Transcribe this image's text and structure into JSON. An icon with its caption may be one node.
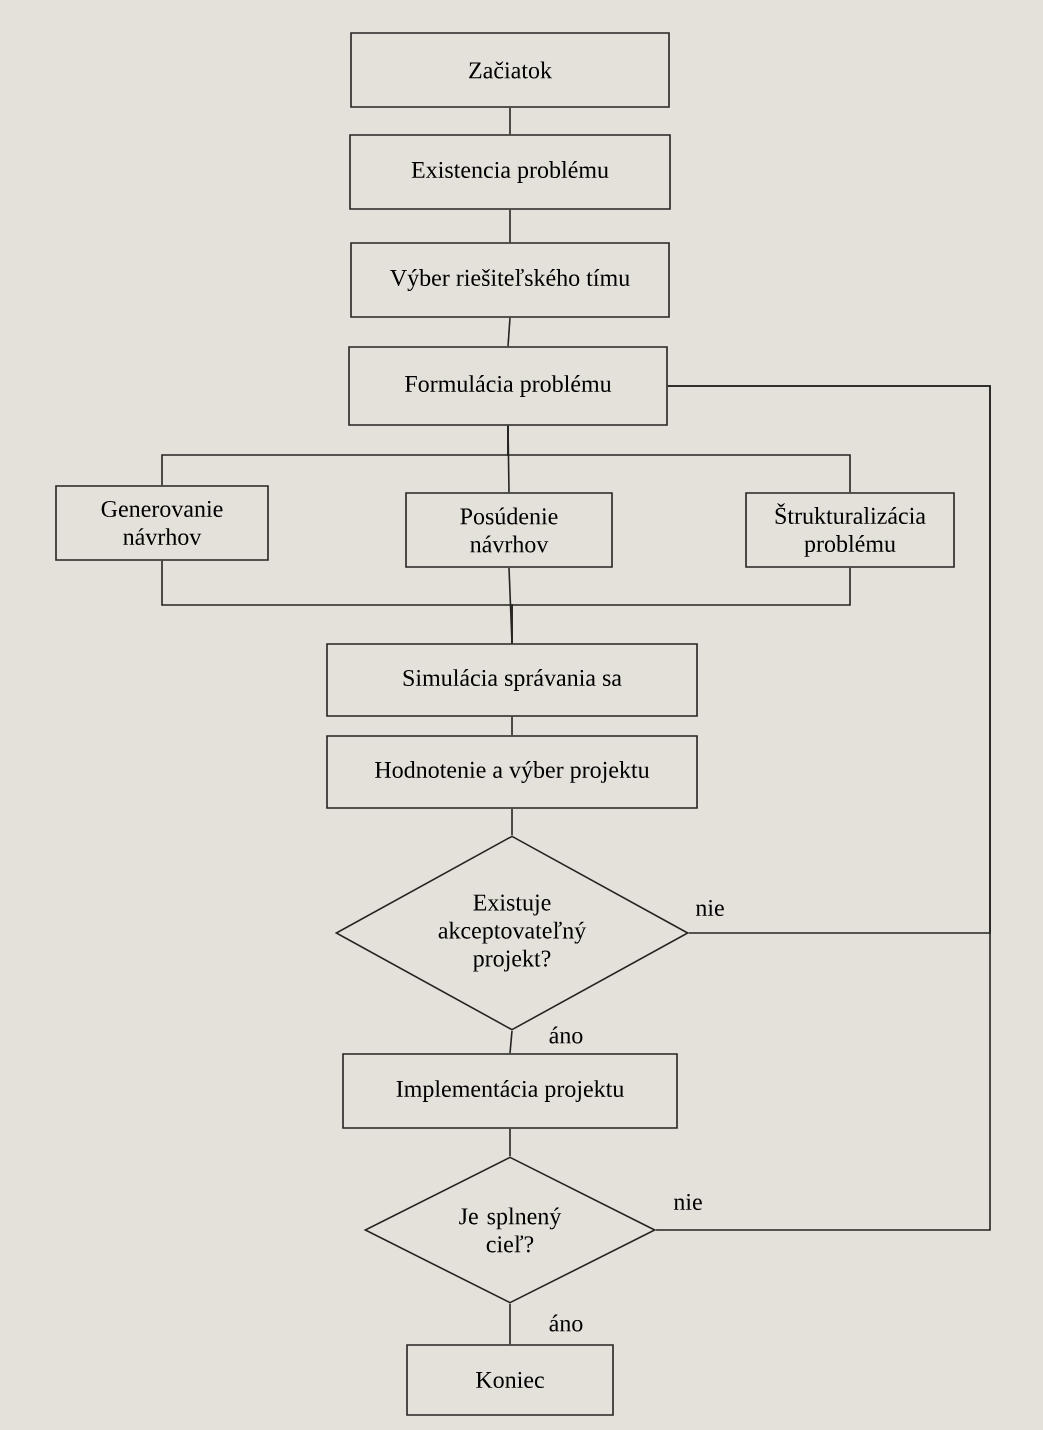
{
  "diagram": {
    "nodes": [
      {
        "text": [
          "Začiatok"
        ]
      },
      {
        "text": [
          "Existencia problému"
        ]
      },
      {
        "text": [
          "Výber riešiteľského tímu"
        ]
      },
      {
        "text": [
          "Formulácia problému"
        ]
      },
      {
        "text": [
          "Generovanie návrhov"
        ]
      },
      {
        "text": [
          "Posúdenie návrhov"
        ]
      },
      {
        "text": [
          "Štrukturalizácia problému"
        ]
      },
      {
        "text": [
          "Simulácia správania sa"
        ]
      },
      {
        "text": [
          "Hodnotenie a výber projektu"
        ]
      },
      {
        "text": [
          "Existuje akceptovateľný projekt?"
        ]
      },
      {
        "text": [
          "Implementácia projektu"
        ]
      },
      {
        "text": [
          "Je splnený cieľ?"
        ]
      },
      {
        "text": [
          "Koniec"
        ]
      }
    ],
    "edges": [
      {
        "from": 0,
        "to": 1,
        "arrow": "none"
      },
      {
        "from": 1,
        "to": 2,
        "arrow": "none"
      },
      {
        "from": 2,
        "to": 3,
        "arrow": "none"
      },
      {
        "from": 3,
        "to": 4,
        "arrow": "none"
      },
      {
        "from": 3,
        "to": 5,
        "arrow": "none"
      },
      {
        "from": 3,
        "to": 6,
        "arrow": "none"
      },
      {
        "from": 4,
        "to": 7,
        "arrow": "none"
      },
      {
        "from": 5,
        "to": 7,
        "arrow": "none"
      },
      {
        "from": 6,
        "to": 7,
        "arrow": "none"
      },
      {
        "from": 7,
        "to": 8,
        "arrow": "none"
      },
      {
        "from": 8,
        "to": 9,
        "arrow": "none"
      },
      {
        "from": 9,
        "to": 10,
        "arrow": "none",
        "label": "áno"
      },
      {
        "from": 10,
        "to": 11,
        "arrow": "none"
      },
      {
        "from": 11,
        "to": 12,
        "arrow": "none",
        "label": "áno"
      },
      {
        "from": 9,
        "to": 3,
        "arrow": "none",
        "label": "nie"
      },
      {
        "from": 11,
        "to": 3,
        "arrow": "none",
        "label": "nie"
      }
    ]
  }
}
